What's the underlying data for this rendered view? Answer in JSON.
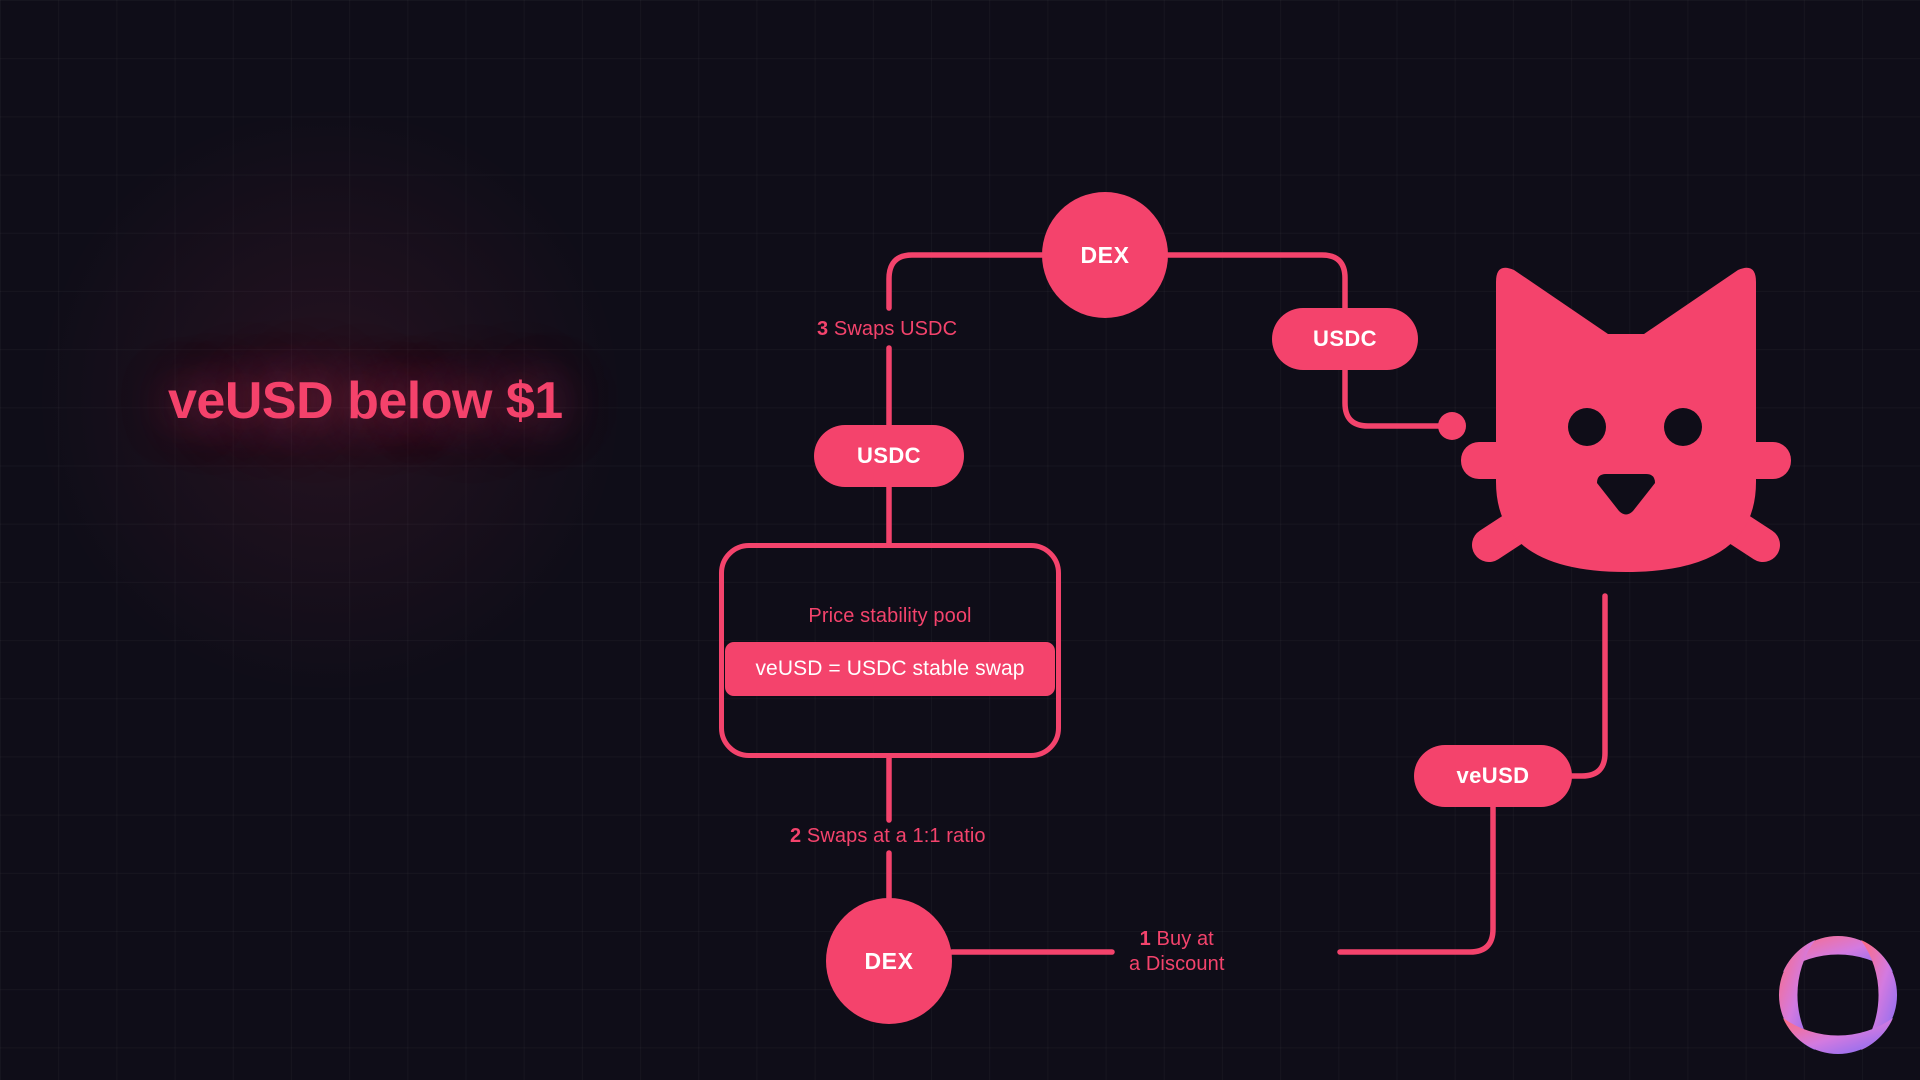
{
  "page": {
    "title": "veUSD below $1",
    "background_color": "#0f0d18",
    "accent_color": "#f4436c",
    "node_text_color": "#ffffff"
  },
  "nodes": {
    "dex_top": {
      "label": "DEX",
      "shape": "circle"
    },
    "dex_bottom": {
      "label": "DEX",
      "shape": "circle"
    },
    "usdc_left": {
      "label": "USDC",
      "shape": "pill"
    },
    "usdc_right": {
      "label": "USDC",
      "shape": "pill"
    },
    "veusd_right": {
      "label": "veUSD",
      "shape": "pill"
    }
  },
  "pool": {
    "title": "Price stability pool",
    "chip_label": "veUSD = USDC stable swap"
  },
  "edges": [
    {
      "step": "3",
      "text": " Swaps USDC"
    },
    {
      "step": "2",
      "text": " Swaps at a 1:1 ratio"
    },
    {
      "step": "1",
      "line1": " Buy at",
      "line2": "a Discount"
    }
  ],
  "labels": {
    "swaps_usdc_step": "3",
    "swaps_usdc_text": " Swaps USDC",
    "swaps_ratio_step": "2",
    "swaps_ratio_text": " Swaps at a 1:1 ratio",
    "buy_discount_step": "1",
    "buy_discount_line1": " Buy at",
    "buy_discount_line2": "a Discount"
  },
  "mascot": {
    "name": "cat-mascot",
    "color": "#f4436c"
  },
  "logo": {
    "name": "brand-logo",
    "gradient_from": "#ff5f7a",
    "gradient_to": "#8b6df0"
  }
}
